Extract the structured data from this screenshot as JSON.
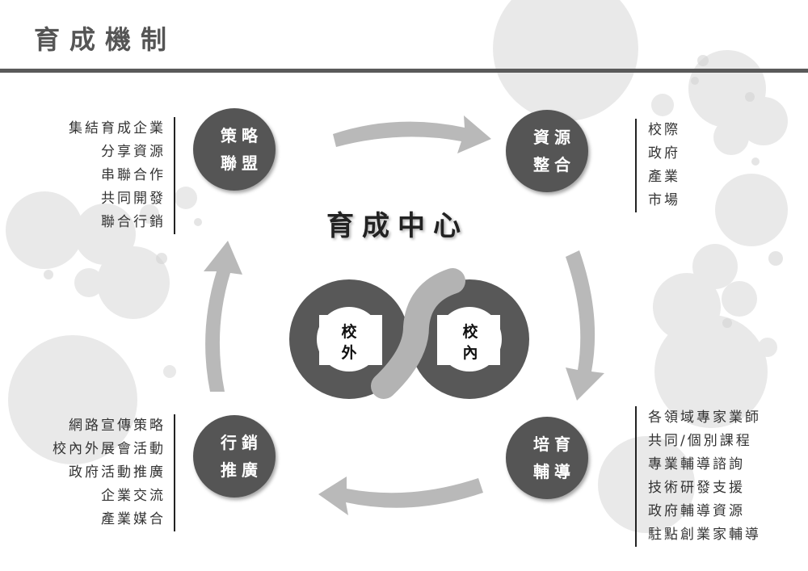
{
  "title": "育成機制",
  "center_title": "育成中心",
  "rings": {
    "outside": "校外",
    "inside": "校內"
  },
  "nodes": {
    "strategy": {
      "line1": "策略",
      "line2": "聯盟"
    },
    "resources": {
      "line1": "資源",
      "line2": "整合"
    },
    "mentoring": {
      "line1": "培育",
      "line2": "輔導"
    },
    "marketing": {
      "line1": "行銷",
      "line2": "推廣"
    }
  },
  "lists": {
    "strategy": [
      "集結育成企業",
      "分享資源",
      "串聯合作",
      "共同開發",
      "聯合行銷"
    ],
    "resources": [
      "校際",
      "政府",
      "產業",
      "市場"
    ],
    "mentoring": [
      "各領域專家業師",
      "共同/個別課程",
      "專業輔導諮詢",
      "技術研發支援",
      "政府輔導資源",
      "駐點創業家輔導"
    ],
    "marketing": [
      "網路宣傳策略",
      "校內外展會活動",
      "政府活動推廣",
      "企業交流",
      "產業媒合"
    ]
  }
}
